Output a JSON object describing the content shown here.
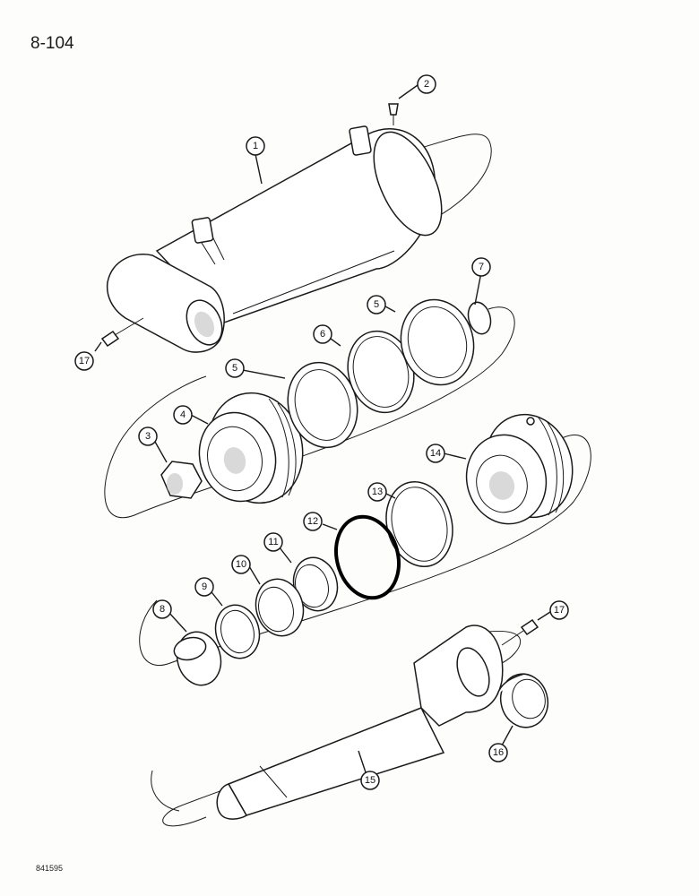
{
  "page": {
    "number": "8-104",
    "figure_code": "841595"
  },
  "callouts": [
    {
      "id": "c1",
      "label": "1"
    },
    {
      "id": "c2",
      "label": "2"
    },
    {
      "id": "c3",
      "label": "3"
    },
    {
      "id": "c4",
      "label": "4"
    },
    {
      "id": "c5a",
      "label": "5"
    },
    {
      "id": "c5b",
      "label": "5"
    },
    {
      "id": "c6",
      "label": "6"
    },
    {
      "id": "c7",
      "label": "7"
    },
    {
      "id": "c8",
      "label": "8"
    },
    {
      "id": "c9",
      "label": "9"
    },
    {
      "id": "c10",
      "label": "10"
    },
    {
      "id": "c11",
      "label": "11"
    },
    {
      "id": "c12",
      "label": "12"
    },
    {
      "id": "c13",
      "label": "13"
    },
    {
      "id": "c14",
      "label": "14"
    },
    {
      "id": "c15",
      "label": "15"
    },
    {
      "id": "c16",
      "label": "16"
    },
    {
      "id": "c17a",
      "label": "17"
    },
    {
      "id": "c17b",
      "label": "17"
    }
  ]
}
